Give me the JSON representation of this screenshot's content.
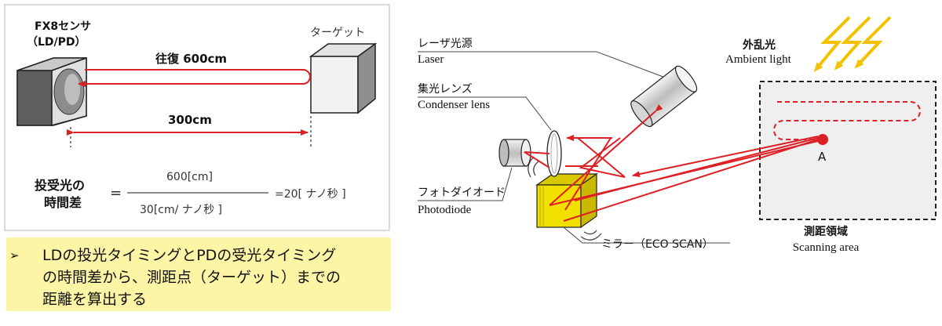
{
  "left_panel": {
    "sensor_label_line1": "FX8センサ",
    "sensor_label_line2": "（LD/PD）",
    "target_label": "ターゲット",
    "round_trip_label": "往復 600cm",
    "distance_label": "300cm",
    "equation": {
      "lhs_line1": "投受光の",
      "lhs_line2": "時間差",
      "equals1": "=",
      "numerator": "600[cm]",
      "denominator": "30[cm/ ナノ秒 ]",
      "result": "=20[ ナノ秒 ]"
    }
  },
  "note": {
    "bullet": "➢",
    "text_line1": "LDの投光タイミングとPDの受光タイミング",
    "text_line2": "の時間差から、測距点（ターゲット）までの",
    "text_line3": "距離を算出する"
  },
  "right_panel": {
    "laser_jp": "レーザ光源",
    "laser_en": "Laser",
    "lens_jp": "集光レンズ",
    "lens_en": "Condenser lens",
    "photodiode_jp": "フォトダイオード",
    "photodiode_en": "Photodiode",
    "mirror_label": "ミラー（ECO SCAN）",
    "ambient_jp": "外乱光",
    "ambient_en": "Ambient light",
    "scan_jp": "測距領域",
    "scan_en": "Scanning area",
    "point_label": "A"
  },
  "colors": {
    "beam": "#dd1f26",
    "mirror": "#f2e100",
    "lightning": "#f2c100",
    "note_bg": "#fdf5a6"
  }
}
